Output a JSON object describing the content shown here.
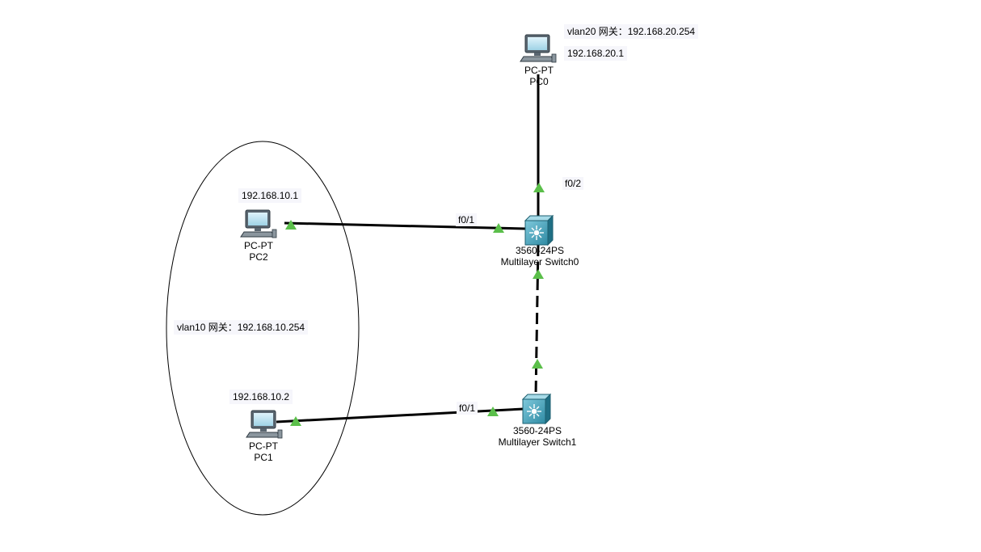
{
  "devices": {
    "pc0": {
      "model": "PC-PT",
      "name": "PC0"
    },
    "pc1": {
      "model": "PC-PT",
      "name": "PC1"
    },
    "pc2": {
      "model": "PC-PT",
      "name": "PC2"
    },
    "sw0": {
      "model": "3560-24PS",
      "name": "Multilayer Switch0"
    },
    "sw1": {
      "model": "3560-24PS",
      "name": "Multilayer Switch1"
    }
  },
  "notes": {
    "vlan20_gateway": "vlan20  网关：192.168.20.254",
    "pc0_ip": "192.168.20.1",
    "pc2_ip": "192.168.10.1",
    "vlan10_gateway": "vlan10  网关：192.168.10.254",
    "pc1_ip": "192.168.10.2"
  },
  "ports": {
    "sw0_to_pc2": "f0/1",
    "sw0_to_pc0": "f0/2",
    "sw1_to_pc1": "f0/1"
  },
  "colors": {
    "link": "#000000",
    "link_up": "#5bbf4a",
    "device_accent": "#2b7f96"
  }
}
